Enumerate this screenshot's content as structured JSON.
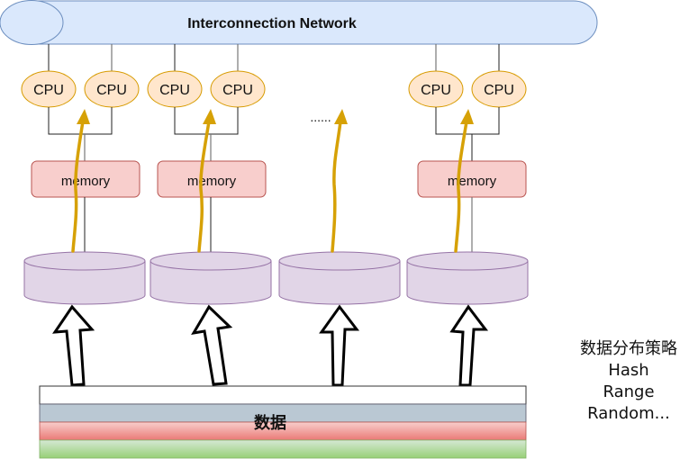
{
  "network": {
    "label": "Interconnection Network"
  },
  "nodes": [
    {
      "cpus": [
        "CPU",
        "CPU"
      ],
      "memory": "memory"
    },
    {
      "cpus": [
        "CPU",
        "CPU"
      ],
      "memory": "memory"
    },
    {
      "ellipsis": "......"
    },
    {
      "cpus": [
        "CPU",
        "CPU"
      ],
      "memory": "memory"
    }
  ],
  "data_bar": {
    "label": "数据"
  },
  "strategy": {
    "title": "数据分布策略",
    "items": [
      "Hash",
      "Range",
      "Random..."
    ]
  },
  "colors": {
    "network_fill": "#dae8fc",
    "network_stroke": "#6c8ebf",
    "cpu_fill": "#ffe6cc",
    "cpu_stroke": "#d79b00",
    "memory_fill": "#f8cecc",
    "memory_stroke": "#b85450",
    "disk_fill": "#e1d5e7",
    "disk_stroke": "#9673a6",
    "flow_arrow": "#d6a106",
    "layer_blue": "#bac8d3",
    "layer_red": "#ea8b88",
    "layer_green": "#b3d89a"
  }
}
